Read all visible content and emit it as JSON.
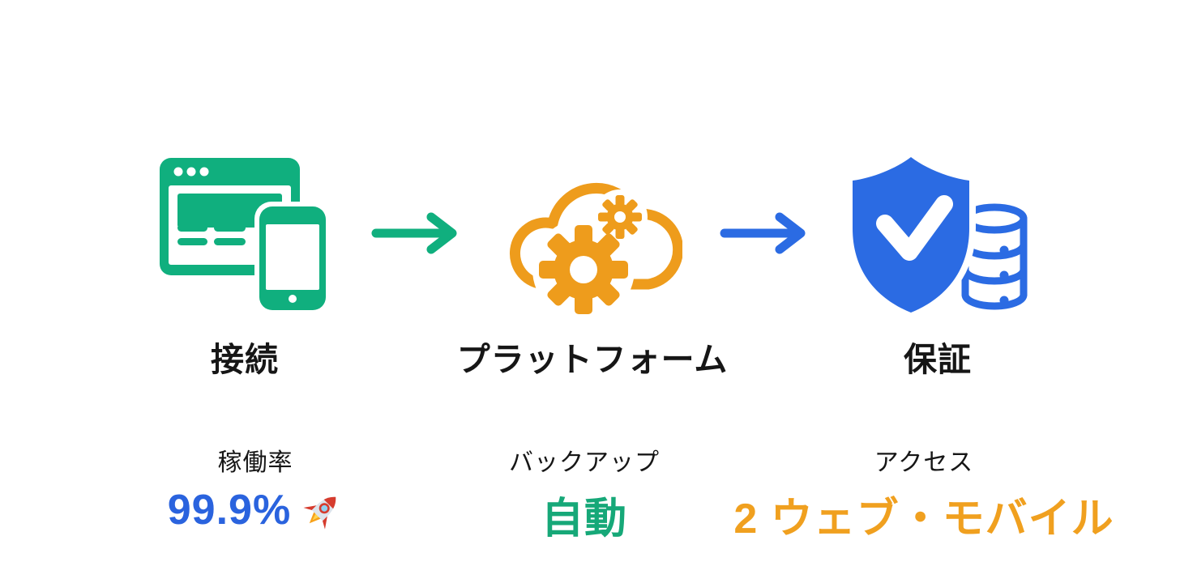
{
  "colors": {
    "green": "#10AF7E",
    "orange": "#EE9C1C",
    "blue": "#2B6BE3",
    "stat_blue_text": "#2A63DE",
    "stat_green_text": "#16A878",
    "stat_orange_text": "#F0A01F",
    "label_text": "#161616",
    "background": "#FFFFFF"
  },
  "flow": {
    "steps": [
      {
        "id": "connect",
        "label": "接続",
        "icon": "web-and-mobile-devices-icon",
        "icon_color": "#10AF7E"
      },
      {
        "id": "platform",
        "label": "プラットフォーム",
        "icon": "cloud-gears-icon",
        "icon_color": "#EE9C1C"
      },
      {
        "id": "assurance",
        "label": "保証",
        "icon": "shield-check-database-icon",
        "icon_color": "#2B6BE3"
      }
    ],
    "arrows": [
      {
        "from": "connect",
        "to": "platform",
        "color": "#10AF7E"
      },
      {
        "from": "platform",
        "to": "assurance",
        "color": "#2B6BE3"
      }
    ]
  },
  "stats": [
    {
      "label": "稼働率",
      "value": "99.9%",
      "suffix_icon": "rocket-icon",
      "value_color": "#2A63DE"
    },
    {
      "label": "バックアップ",
      "value": "自動",
      "value_color": "#16A878"
    },
    {
      "label": "アクセス",
      "value": "2 ウェブ・モバイル",
      "value_color": "#F0A01F"
    }
  ]
}
